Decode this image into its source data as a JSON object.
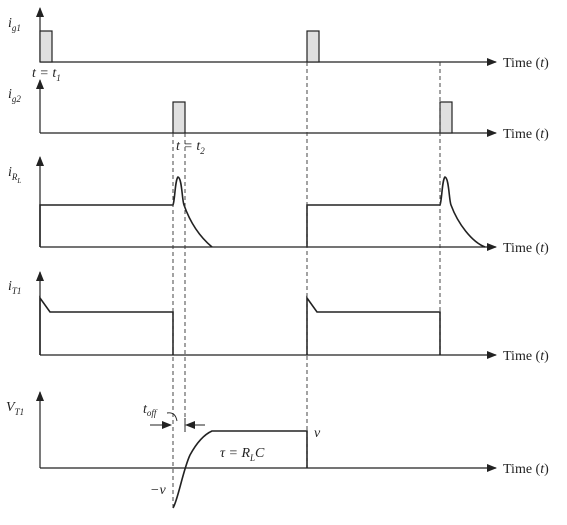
{
  "diagram": {
    "time_axis_label_text": "Time (",
    "time_axis_label_var": "t",
    "time_axis_label_close": ")",
    "panels": [
      {
        "signal": "i",
        "subscript": "g1"
      },
      {
        "signal": "i",
        "subscript": "g2"
      },
      {
        "signal": "i",
        "subscript": "R",
        "subsub": "L"
      },
      {
        "signal": "i",
        "subscript": "T1"
      },
      {
        "signal": "V",
        "subscript": "T1"
      }
    ],
    "annotations": {
      "t1": {
        "prefix": "t = t",
        "sub": "1"
      },
      "t2": {
        "prefix": "t = t",
        "sub": "2"
      },
      "toff": {
        "base": "t",
        "sub": "off"
      },
      "tau": {
        "lhs": "τ = R",
        "sub": "L",
        "rhs": "C"
      },
      "v_pos": "v",
      "v_neg": "−v"
    }
  }
}
